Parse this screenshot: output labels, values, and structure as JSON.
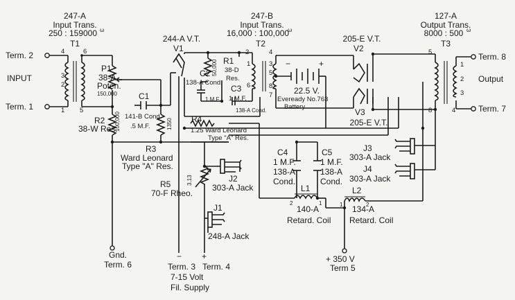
{
  "transformers": {
    "t1": {
      "line1": "247-A",
      "line2": "Input Trans.",
      "line3": "250 : 159000",
      "ref": "T1",
      "pins": [
        "4",
        "6",
        "3",
        "2",
        "1",
        "5"
      ]
    },
    "t2": {
      "line1": "247-B",
      "line2": "Input Trans.",
      "line3": "16,000 : 100,000",
      "ref": "T2",
      "pins": [
        "2",
        "4",
        "1",
        "3",
        "5",
        "8",
        "6",
        "7"
      ]
    },
    "t3": {
      "line1": "127-A",
      "line2": "Output Trans.",
      "line3": "8000 : 500",
      "ref": "T3",
      "pins": [
        "5",
        "1",
        "2",
        "3",
        "8",
        "4"
      ]
    }
  },
  "omega": "ω",
  "terminals": {
    "term2": "Term. 2",
    "input": "INPUT",
    "term1": "Term. 1",
    "term8": "Term. 8",
    "output": "Output",
    "term7": "Term. 7",
    "gnd": "Gnd.",
    "term6": "Term. 6",
    "term3": "Term. 3",
    "term4": "Term. 4",
    "volt": "7-15  Volt",
    "fil": "Fil.  Supply",
    "plus350": "+ 350 V",
    "term5": "Term 5",
    "minus": "−",
    "plus": "+"
  },
  "tubes": {
    "v1": {
      "type": "244-A V.T.",
      "ref": "V1"
    },
    "v2": {
      "type": "205-E V.T.",
      "ref": "V2"
    },
    "v3": {
      "type": "205-E V.T.",
      "ref": "V3"
    }
  },
  "components": {
    "p1": {
      "ref": "P1",
      "type": "38-A",
      "desc": "Poten.",
      "value": "150,000"
    },
    "c1": {
      "ref": "C1",
      "type": "141-B Cond.",
      "value": ".5 M.F."
    },
    "r2": {
      "ref": "R2",
      "desc": "38-W Res.",
      "value": "100,000"
    },
    "r_1350": {
      "value": "1350"
    },
    "r3": {
      "ref": "R3",
      "line1": "Ward Leonard",
      "line2": "Type \"A\" Res."
    },
    "r4": {
      "ref": "R4",
      "line1": "1.25 Ward Leonard",
      "line2": "Type \"A\" Res."
    },
    "r5": {
      "ref": "R5",
      "value": "3.13",
      "desc": "70-F Rheo."
    },
    "c2": {
      "ref": "C2",
      "desc": "138-A Cond.",
      "value": "1 M.F."
    },
    "r1": {
      "ref": "R1",
      "type": "38-D",
      "desc": "Res.",
      "value": "50,000"
    },
    "c3": {
      "ref": "C3",
      "value": "1 M.F.",
      "desc": "138-A Cond."
    },
    "battery": {
      "voltage": "22.5 V.",
      "line1": "Eveready No.763",
      "line2": "Battery",
      "neg": "−",
      "pos": "+"
    },
    "c4": {
      "ref": "C4",
      "value": "1 M.F.",
      "type": "138-A",
      "desc": "Cond."
    },
    "c5": {
      "ref": "C5",
      "value": "1 M.F.",
      "type": "138-A",
      "desc": "Cond."
    },
    "l1": {
      "ref": "L1",
      "type": "140-A",
      "desc": "Retard. Coil",
      "pin_a": "2",
      "pin_b": "1"
    },
    "l2": {
      "ref": "L2",
      "type": "134-A",
      "desc": "Retard. Coil",
      "pin_a": "1",
      "pin_b": "2"
    },
    "j1": {
      "ref": "J1",
      "desc": "248-A Jack"
    },
    "j2": {
      "ref": "J2",
      "desc": "303-A Jack"
    },
    "j3": {
      "ref": "J3",
      "desc": "303-A Jack"
    },
    "j4": {
      "ref": "J4",
      "desc": "303-A Jack"
    }
  }
}
